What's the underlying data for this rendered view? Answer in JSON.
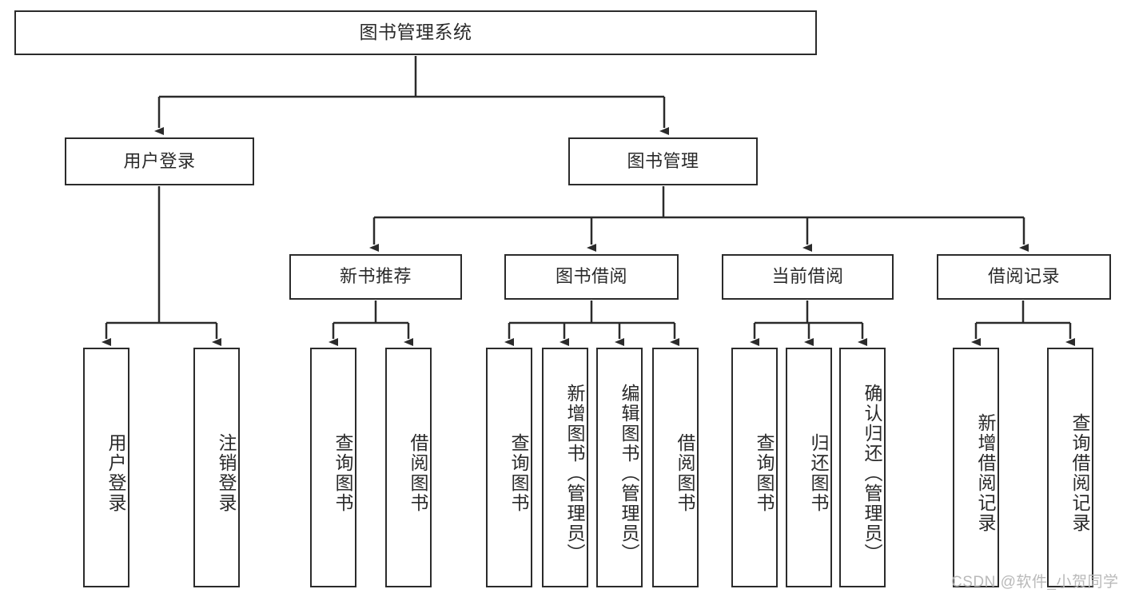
{
  "diagram": {
    "title": "图书管理系统",
    "type": "tree-hierarchy-chart",
    "stroke_color": "#2b2b2b",
    "text_color": "#2a2a2a",
    "background": "#ffffff",
    "nodes": {
      "root": {
        "label": "图书管理系统"
      },
      "level2": [
        {
          "id": "user-login",
          "label": "用户登录"
        },
        {
          "id": "book-management",
          "label": "图书管理"
        }
      ],
      "level3": [
        {
          "id": "new-book-recommend",
          "label": "新书推荐"
        },
        {
          "id": "book-borrow",
          "label": "图书借阅"
        },
        {
          "id": "current-borrow",
          "label": "当前借阅"
        },
        {
          "id": "borrow-record",
          "label": "借阅记录"
        }
      ],
      "leaves": {
        "user_login": [
          {
            "id": "leaf-user-login",
            "label": "用户登录"
          },
          {
            "id": "leaf-logout-login",
            "label": "注销登录"
          }
        ],
        "new_book_recommend": [
          {
            "id": "leaf-query-book-1",
            "label": "查询图书"
          },
          {
            "id": "leaf-borrow-book-1",
            "label": "借阅图书"
          }
        ],
        "book_borrow": [
          {
            "id": "leaf-query-book-2",
            "label": "查询图书"
          },
          {
            "id": "leaf-add-book",
            "label": "新增图书（管理员）"
          },
          {
            "id": "leaf-edit-book",
            "label": "编辑图书（管理员）"
          },
          {
            "id": "leaf-borrow-book-2",
            "label": "借阅图书"
          }
        ],
        "current_borrow": [
          {
            "id": "leaf-query-book-3",
            "label": "查询图书"
          },
          {
            "id": "leaf-return-book",
            "label": "归还图书"
          },
          {
            "id": "leaf-confirm-return",
            "label": "确认归还（管理员）"
          }
        ],
        "borrow_record": [
          {
            "id": "leaf-add-record",
            "label": "新增借阅记录"
          },
          {
            "id": "leaf-query-record",
            "label": "查询借阅记录"
          }
        ]
      }
    },
    "watermark": "CSDN @软件_小贺同学"
  }
}
